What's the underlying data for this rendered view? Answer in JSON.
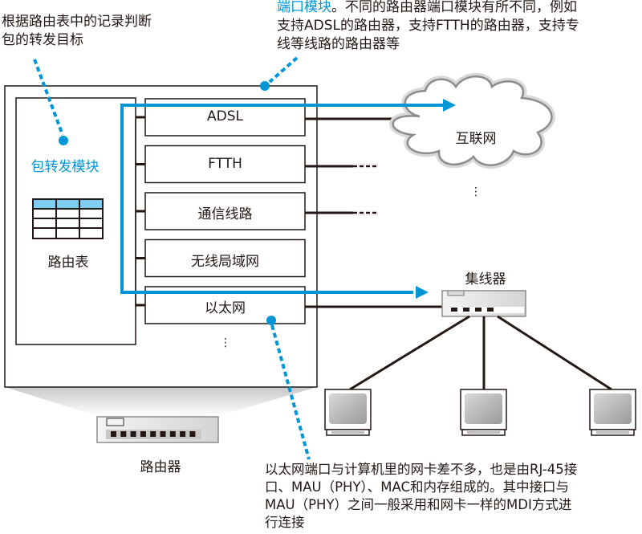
{
  "annotations": {
    "forwarding_note": {
      "lines": [
        "根据路由表中的记录判断",
        "包的转发目标"
      ]
    },
    "port_module_note": {
      "highlight": "端口模块",
      "line1_rest": "。不同的路由器端口模块有所不同，例如",
      "line2": "支持ADSL的路由器，支持FTTH的路由器，支持专",
      "line3": "线等线路的路由器等"
    },
    "ethernet_note": {
      "lines": [
        "以太网端口与计算机里的网卡差不多，也是由RJ-45接",
        "口、MAU（PHY）、MAC和内存组成的。其中接口与",
        "MAU（PHY）之间一般采用和网卡一样的MDI方式进",
        "行连接"
      ]
    }
  },
  "router": {
    "forwarding_module_label": "包转发模块",
    "routing_table_label": "路由表",
    "device_label": "路由器",
    "port_modules": [
      "ADSL",
      "FTTH",
      "通信线路",
      "无线局域网",
      "以太网"
    ],
    "more_ports": "⋮"
  },
  "network": {
    "internet_label": "互联网",
    "hub_label": "集线器",
    "computers_count": 3,
    "more": "⋮"
  },
  "colors": {
    "accent": "#0096d6",
    "line": "#231815",
    "table_header": "#7ecef4",
    "cloud_fill": "#d9d9d9",
    "cloud_stroke": "#8c8c8c"
  }
}
